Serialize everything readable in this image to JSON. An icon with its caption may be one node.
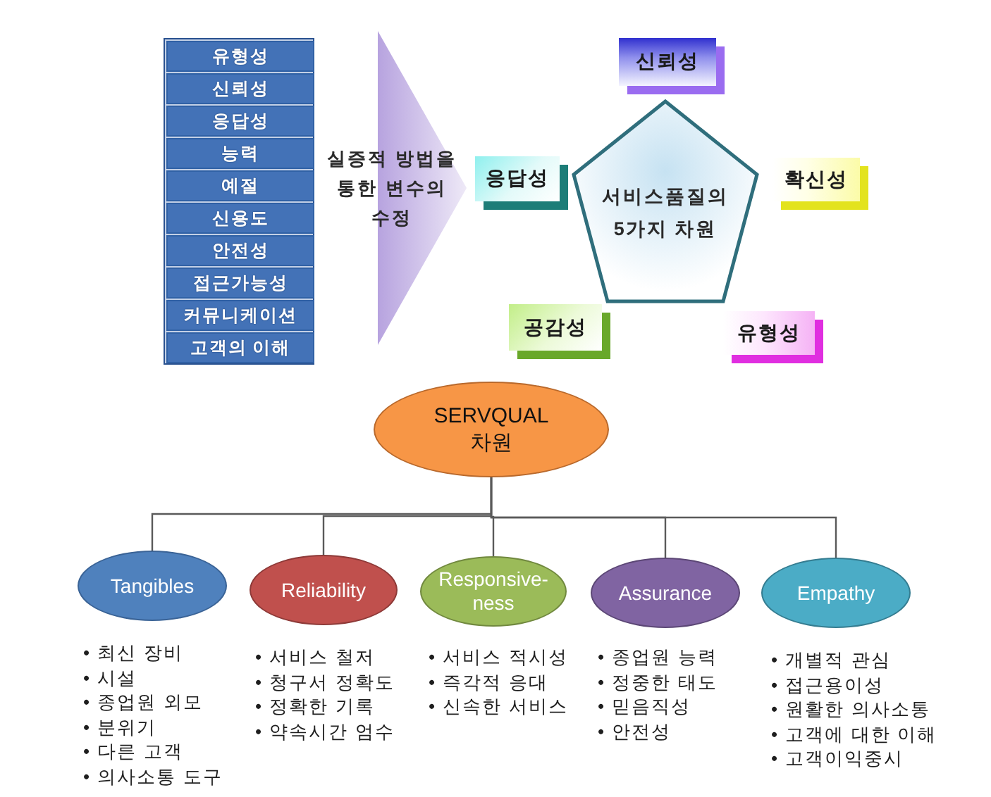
{
  "diagram": {
    "nodes": [
      {
        "text": [],
        "shape": "box"
      },
      {
        "text": [
          "유형성"
        ],
        "in": 0
      },
      {
        "text": [
          "신뢰성"
        ],
        "in": 0
      },
      {
        "text": [
          "응답성"
        ],
        "in": 0
      },
      {
        "text": [
          "능력"
        ],
        "in": 0
      },
      {
        "text": [
          "예절"
        ],
        "in": 0
      },
      {
        "text": [
          "신용도"
        ],
        "in": 0
      },
      {
        "text": [
          "안전성"
        ],
        "in": 0
      },
      {
        "text": [
          "접근가능성"
        ],
        "in": 0
      },
      {
        "text": [
          "커뮤니케이션"
        ],
        "in": 0
      },
      {
        "text": [
          "고객의 이해"
        ],
        "in": 0
      },
      {
        "text": [
          "서비스품질의 5가지 차원"
        ]
      },
      {
        "text": [
          "신뢰성"
        ]
      },
      {
        "text": [
          "응답성"
        ]
      },
      {
        "text": [
          "확신성"
        ]
      },
      {
        "text": [
          "공감성"
        ]
      },
      {
        "text": [
          "유형성"
        ]
      },
      {
        "text": [
          "SERVQUAL 차원"
        ]
      },
      {
        "text": [
          "Tangibles"
        ],
        "beside": [
          "• 최신 장비",
          "• 시설",
          "• 종업원 외모",
          "• 분위기",
          "• 다른 고객",
          "• 의사소통 도구"
        ]
      },
      {
        "text": [
          "Reliability"
        ],
        "beside": [
          "• 서비스 철저",
          "• 청구서 정확도",
          "• 정확한 기록",
          "• 약속시간 엄수"
        ]
      },
      {
        "text": [
          "Responsive-ness"
        ],
        "beside": [
          "• 서비스 적시성",
          "• 즉각적 응대",
          "• 신속한 서비스"
        ]
      },
      {
        "text": [
          "Assurance"
        ],
        "beside": [
          "• 종업원 능력",
          "• 정중한 태도",
          "• 믿음직성",
          "• 안전성"
        ]
      },
      {
        "text": [
          "Empathy"
        ],
        "beside": [
          "• 개별적 관심",
          "• 접근용이성",
          "• 원활한 의사소통",
          "• 고객에 대한 이해",
          "• 고객이익중시"
        ]
      }
    ],
    "edges": [
      {
        "from": 0,
        "to": 11,
        "arrow": "to",
        "label": "실증적 방법을 통한 변수의 수정"
      },
      {
        "from": 17,
        "to": 18,
        "arrow": "none"
      },
      {
        "from": 17,
        "to": 19,
        "arrow": "none"
      },
      {
        "from": 17,
        "to": 20,
        "arrow": "none"
      },
      {
        "from": 17,
        "to": 21,
        "arrow": "none"
      },
      {
        "from": 17,
        "to": 22,
        "arrow": "none"
      }
    ]
  }
}
